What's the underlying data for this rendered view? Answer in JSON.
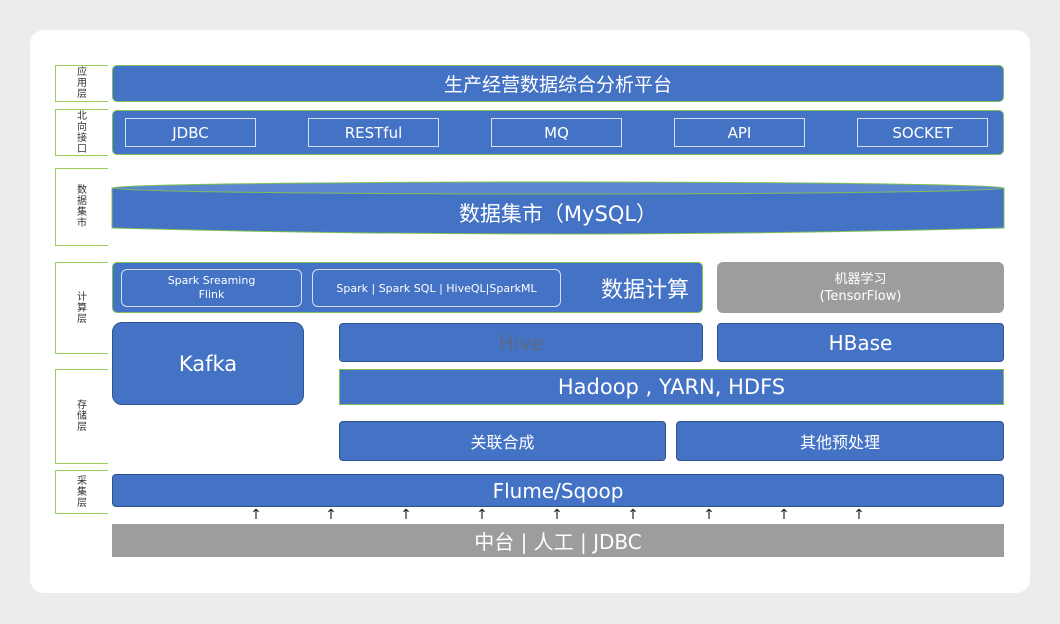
{
  "side_labels": {
    "application": "应用层",
    "north_interface": "北向接口",
    "data_mart": "数据集市",
    "compute": "计算层",
    "storage": "存储层",
    "collect": "采集层"
  },
  "app_layer": {
    "title": "生产经营数据综合分析平台"
  },
  "interfaces": [
    "JDBC",
    "RESTful",
    "MQ",
    "API",
    "SOCKET"
  ],
  "data_mart": {
    "title": "数据集市（MySQL）"
  },
  "compute": {
    "streaming_line1": "Spark Sreaming",
    "streaming_line2": "Flink",
    "batch": "Spark | Spark SQL | HiveQL|SparkML",
    "label": "数据计算"
  },
  "ml": {
    "line1": "机器学习",
    "line2": "(TensorFlow)"
  },
  "storage": {
    "kafka": "Kafka",
    "hive": "Hive",
    "hbase": "HBase",
    "hadoop": "Hadoop , YARN, HDFS",
    "merge": "关联合成",
    "preprocess": "其他预处理"
  },
  "collect": {
    "title": "Flume/Sqoop"
  },
  "source": {
    "title": "中台 | 人工  | JDBC"
  },
  "arrow_glyph": "↑",
  "colors": {
    "block_blue": "#4472c4",
    "block_gray": "#9d9d9d",
    "layer_border": "#9acd5a"
  }
}
